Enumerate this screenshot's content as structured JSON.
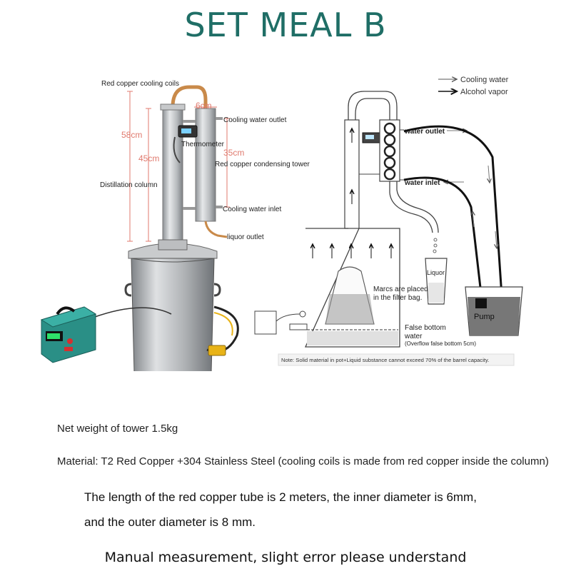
{
  "title": "SET MEAL B",
  "product": {
    "labels": {
      "cooling_coils": "Red copper cooling coils",
      "dim_6cm": "6cm",
      "cooling_outlet": "Cooling water outlet",
      "dim_58cm": "58cm",
      "thermometer": "Thermometer",
      "dim_45cm": "45cm",
      "dim_35cm": "35cm",
      "condensing_tower": "Red copper condensing tower",
      "distillation_column": "Distillation column",
      "cooling_inlet": "Cooling water inlet",
      "liquor_outlet": "liquor outlet"
    }
  },
  "diagram": {
    "legend": {
      "cooling": "Cooling water",
      "vapor": "Alcohol vapor"
    },
    "water_outlet": "water outlet",
    "water_inlet": "water inlet",
    "liquor": "Liquor",
    "pump": "Pump",
    "marcs_line1": "Marcs are placed",
    "marcs_line2": "in the filter bag.",
    "false_bottom_line1": "False bottom",
    "false_bottom_line2": "water",
    "false_bottom_line3": "(Overflow false bottom 5cm)",
    "note": "Note: Solid material in pot+Liquid substance cannot exceed 70% of the barrel capacity."
  },
  "specs": {
    "net_weight": "Net weight of tower 1.5kg",
    "material": "Material:  T2 Red Copper +304 Stainless Steel (cooling coils is made from red copper inside the column)",
    "tube_line1": "The length of the red copper tube is 2 meters, the inner diameter is 6mm,",
    "tube_line2": "and the outer diameter is 8 mm."
  },
  "footer": "Manual measurement, slight error please understand",
  "colors": {
    "title": "#1f6e66",
    "dimension": "#e07a6e",
    "copper": "#c98a4a",
    "steel": "#b9bcbf",
    "control_box": "#2a8f86"
  }
}
